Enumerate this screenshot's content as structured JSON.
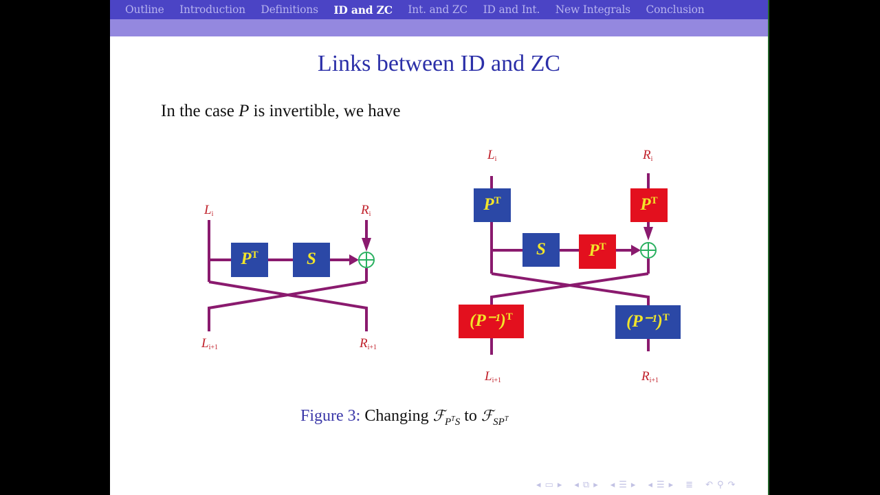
{
  "nav": {
    "items": [
      {
        "label": "Outline",
        "active": false
      },
      {
        "label": "Introduction",
        "active": false
      },
      {
        "label": "Definitions",
        "active": false
      },
      {
        "label": "ID and ZC",
        "active": true
      },
      {
        "label": "Int. and ZC",
        "active": false
      },
      {
        "label": "ID and Int.",
        "active": false
      },
      {
        "label": "New Integrals",
        "active": false
      },
      {
        "label": "Conclusion",
        "active": false
      }
    ]
  },
  "slide": {
    "title": "Links between ID and ZC",
    "body_prefix": "In the case ",
    "body_var": "P",
    "body_suffix": " is invertible, we have"
  },
  "figure": {
    "caption_prefix": "Figure 3:",
    "caption_text": "Changing ",
    "caption_from_symbol": "ℱ",
    "caption_from_sub": "P",
    "caption_from_sup": "T",
    "caption_from_sub2": "S",
    "caption_to": " to ",
    "caption_to_symbol": "ℱ",
    "caption_to_sub": "SP",
    "caption_to_sup": "T",
    "left_diagram": {
      "inputs": [
        "Lᵢ",
        "Rᵢ"
      ],
      "labels": {
        "L_in": "L",
        "L_in_sub": "i",
        "R_in": "R",
        "R_in_sub": "i",
        "L_out": "L",
        "L_out_sub": "i+1",
        "R_out": "R",
        "R_out_sub": "i+1"
      },
      "boxes": [
        {
          "label": "P",
          "sup": "T",
          "color": "#2b48a6"
        },
        {
          "label": "S",
          "sup": "",
          "color": "#2b48a6"
        }
      ]
    },
    "right_diagram": {
      "labels": {
        "L_in": "L",
        "L_in_sub": "i",
        "R_in": "R",
        "R_in_sub": "i",
        "L_out": "L",
        "L_out_sub": "i+1",
        "R_out": "R",
        "R_out_sub": "i+1"
      },
      "boxes": [
        {
          "label": "P",
          "sup": "T",
          "color": "#2b48a6",
          "position": "left-top"
        },
        {
          "label": "P",
          "sup": "T",
          "color": "#e3101e",
          "position": "right-top"
        },
        {
          "label": "S",
          "sup": "",
          "color": "#2b48a6",
          "position": "middle-left"
        },
        {
          "label": "P",
          "sup": "T",
          "color": "#e3101e",
          "position": "middle-right"
        },
        {
          "label": "(P⁻¹)",
          "sup": "T",
          "color": "#e3101e",
          "position": "left-bottom"
        },
        {
          "label": "(P⁻¹)",
          "sup": "T",
          "color": "#2b48a6",
          "position": "right-bottom"
        }
      ]
    },
    "colors": {
      "wire": "#8a1a6e",
      "label": "#c0202a",
      "box_text": "#f2e52a",
      "xor": "#2ab060",
      "blue_box": "#2b48a6",
      "red_box": "#e3101e"
    }
  },
  "bottom_nav": {
    "icons": [
      "frame-prev",
      "frame",
      "frame-next",
      "subsection-prev",
      "subsection",
      "subsection-next",
      "section-prev",
      "section",
      "section-next",
      "align",
      "back",
      "search",
      "forward"
    ]
  }
}
